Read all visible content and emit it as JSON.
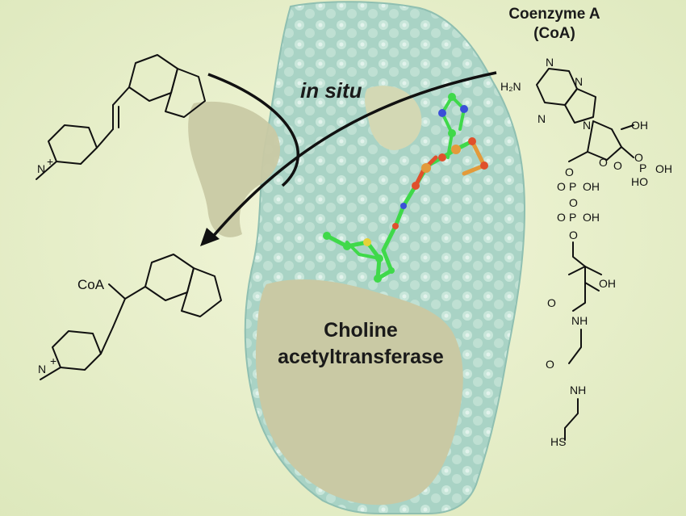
{
  "labels": {
    "coa_line1": "Coenzyme A",
    "coa_line2": "(CoA)",
    "in_situ": "in situ",
    "enzyme_line1": "Choline",
    "enzyme_line2": "acetyltransferase"
  },
  "atoms": {
    "n_plus": "N",
    "plus": "+",
    "coa_adduct": "CoA",
    "amine": "H₂N",
    "n": "N",
    "o": "O",
    "p": "P",
    "oh": "OH",
    "ho": "HO",
    "nh": "NH",
    "sh": "HS"
  },
  "colors": {
    "background": "#e8f0cc",
    "protein_surface": "#a8d2c4",
    "protein_cut": "#c9c9a4",
    "ligand_carbon": "#3fd94a",
    "ligand_oxygen": "#e0502c",
    "ligand_phosphorus": "#e39a3a",
    "ligand_nitrogen": "#3a4fd8",
    "ligand_sulfur": "#e6d23a",
    "ink": "#111111"
  }
}
